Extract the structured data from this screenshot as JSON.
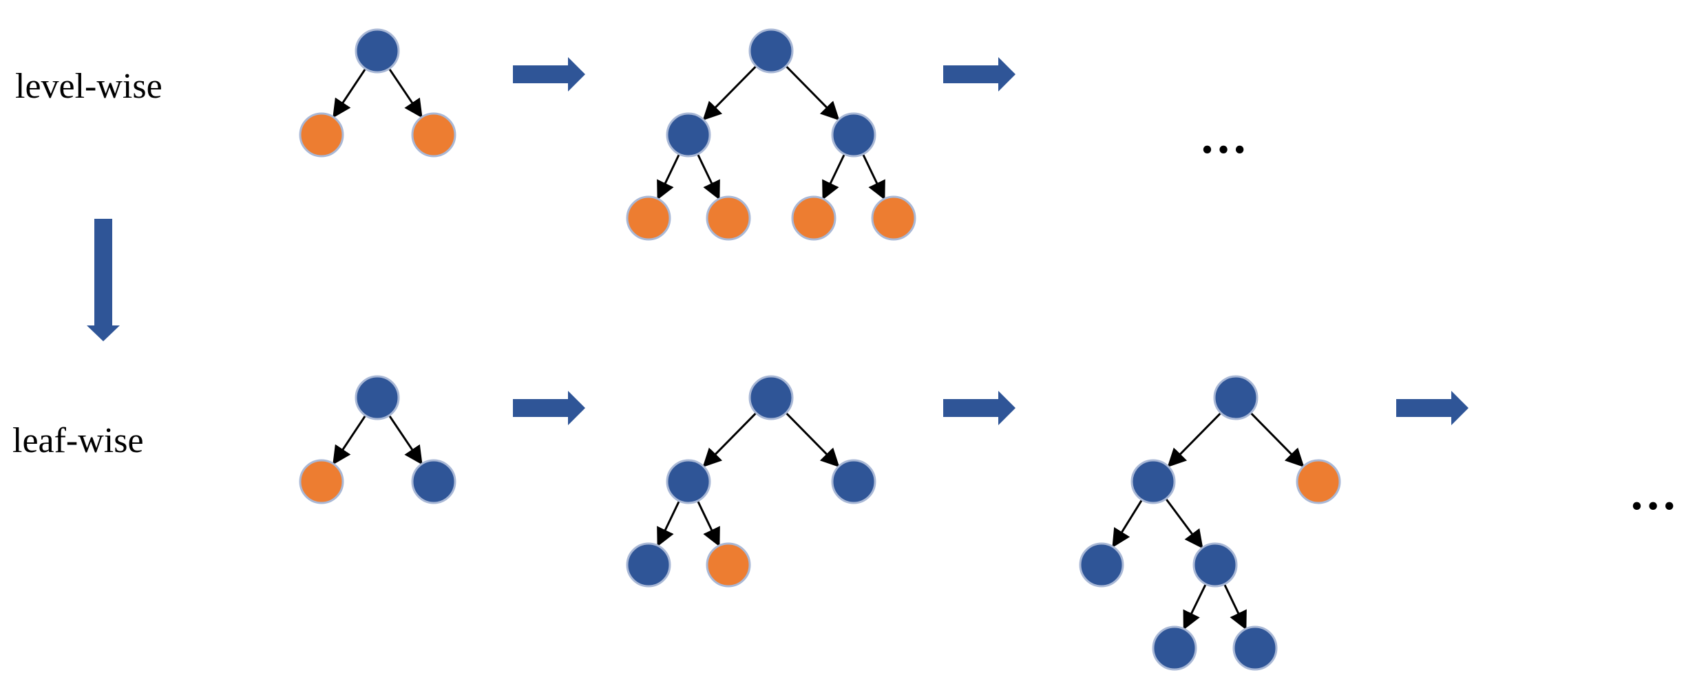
{
  "rows": [
    {
      "label": "level-wise",
      "steps": [
        {
          "nodes": [
            {
              "id": "r",
              "color": "blue"
            },
            {
              "id": "a",
              "color": "orange"
            },
            {
              "id": "b",
              "color": "orange"
            }
          ],
          "edges": [
            [
              "r",
              "a"
            ],
            [
              "r",
              "b"
            ]
          ]
        },
        {
          "nodes": [
            {
              "id": "r",
              "color": "blue"
            },
            {
              "id": "a",
              "color": "blue"
            },
            {
              "id": "b",
              "color": "blue"
            },
            {
              "id": "a1",
              "color": "orange"
            },
            {
              "id": "a2",
              "color": "orange"
            },
            {
              "id": "b1",
              "color": "orange"
            },
            {
              "id": "b2",
              "color": "orange"
            }
          ],
          "edges": [
            [
              "r",
              "a"
            ],
            [
              "r",
              "b"
            ],
            [
              "a",
              "a1"
            ],
            [
              "a",
              "a2"
            ],
            [
              "b",
              "b1"
            ],
            [
              "b",
              "b2"
            ]
          ]
        }
      ],
      "ellipsis": "…"
    },
    {
      "label": "leaf-wise",
      "steps": [
        {
          "nodes": [
            {
              "id": "r",
              "color": "blue"
            },
            {
              "id": "a",
              "color": "orange"
            },
            {
              "id": "b",
              "color": "blue"
            }
          ],
          "edges": [
            [
              "r",
              "a"
            ],
            [
              "r",
              "b"
            ]
          ]
        },
        {
          "nodes": [
            {
              "id": "r",
              "color": "blue"
            },
            {
              "id": "a",
              "color": "blue"
            },
            {
              "id": "b",
              "color": "blue"
            },
            {
              "id": "a1",
              "color": "blue"
            },
            {
              "id": "a2",
              "color": "orange"
            }
          ],
          "edges": [
            [
              "r",
              "a"
            ],
            [
              "r",
              "b"
            ],
            [
              "a",
              "a1"
            ],
            [
              "a",
              "a2"
            ]
          ]
        },
        {
          "nodes": [
            {
              "id": "r",
              "color": "blue"
            },
            {
              "id": "a",
              "color": "blue"
            },
            {
              "id": "b",
              "color": "orange"
            },
            {
              "id": "a1",
              "color": "blue"
            },
            {
              "id": "a2",
              "color": "blue"
            },
            {
              "id": "a21",
              "color": "blue"
            },
            {
              "id": "a22",
              "color": "blue"
            }
          ],
          "edges": [
            [
              "r",
              "a"
            ],
            [
              "r",
              "b"
            ],
            [
              "a",
              "a1"
            ],
            [
              "a",
              "a2"
            ],
            [
              "a2",
              "a21"
            ],
            [
              "a2",
              "a22"
            ]
          ]
        }
      ],
      "ellipsis": "…"
    }
  ],
  "colors": {
    "blue": "#2f5597",
    "orange": "#ed7d31",
    "arrow": "#2f5597",
    "edge": "#000000"
  }
}
